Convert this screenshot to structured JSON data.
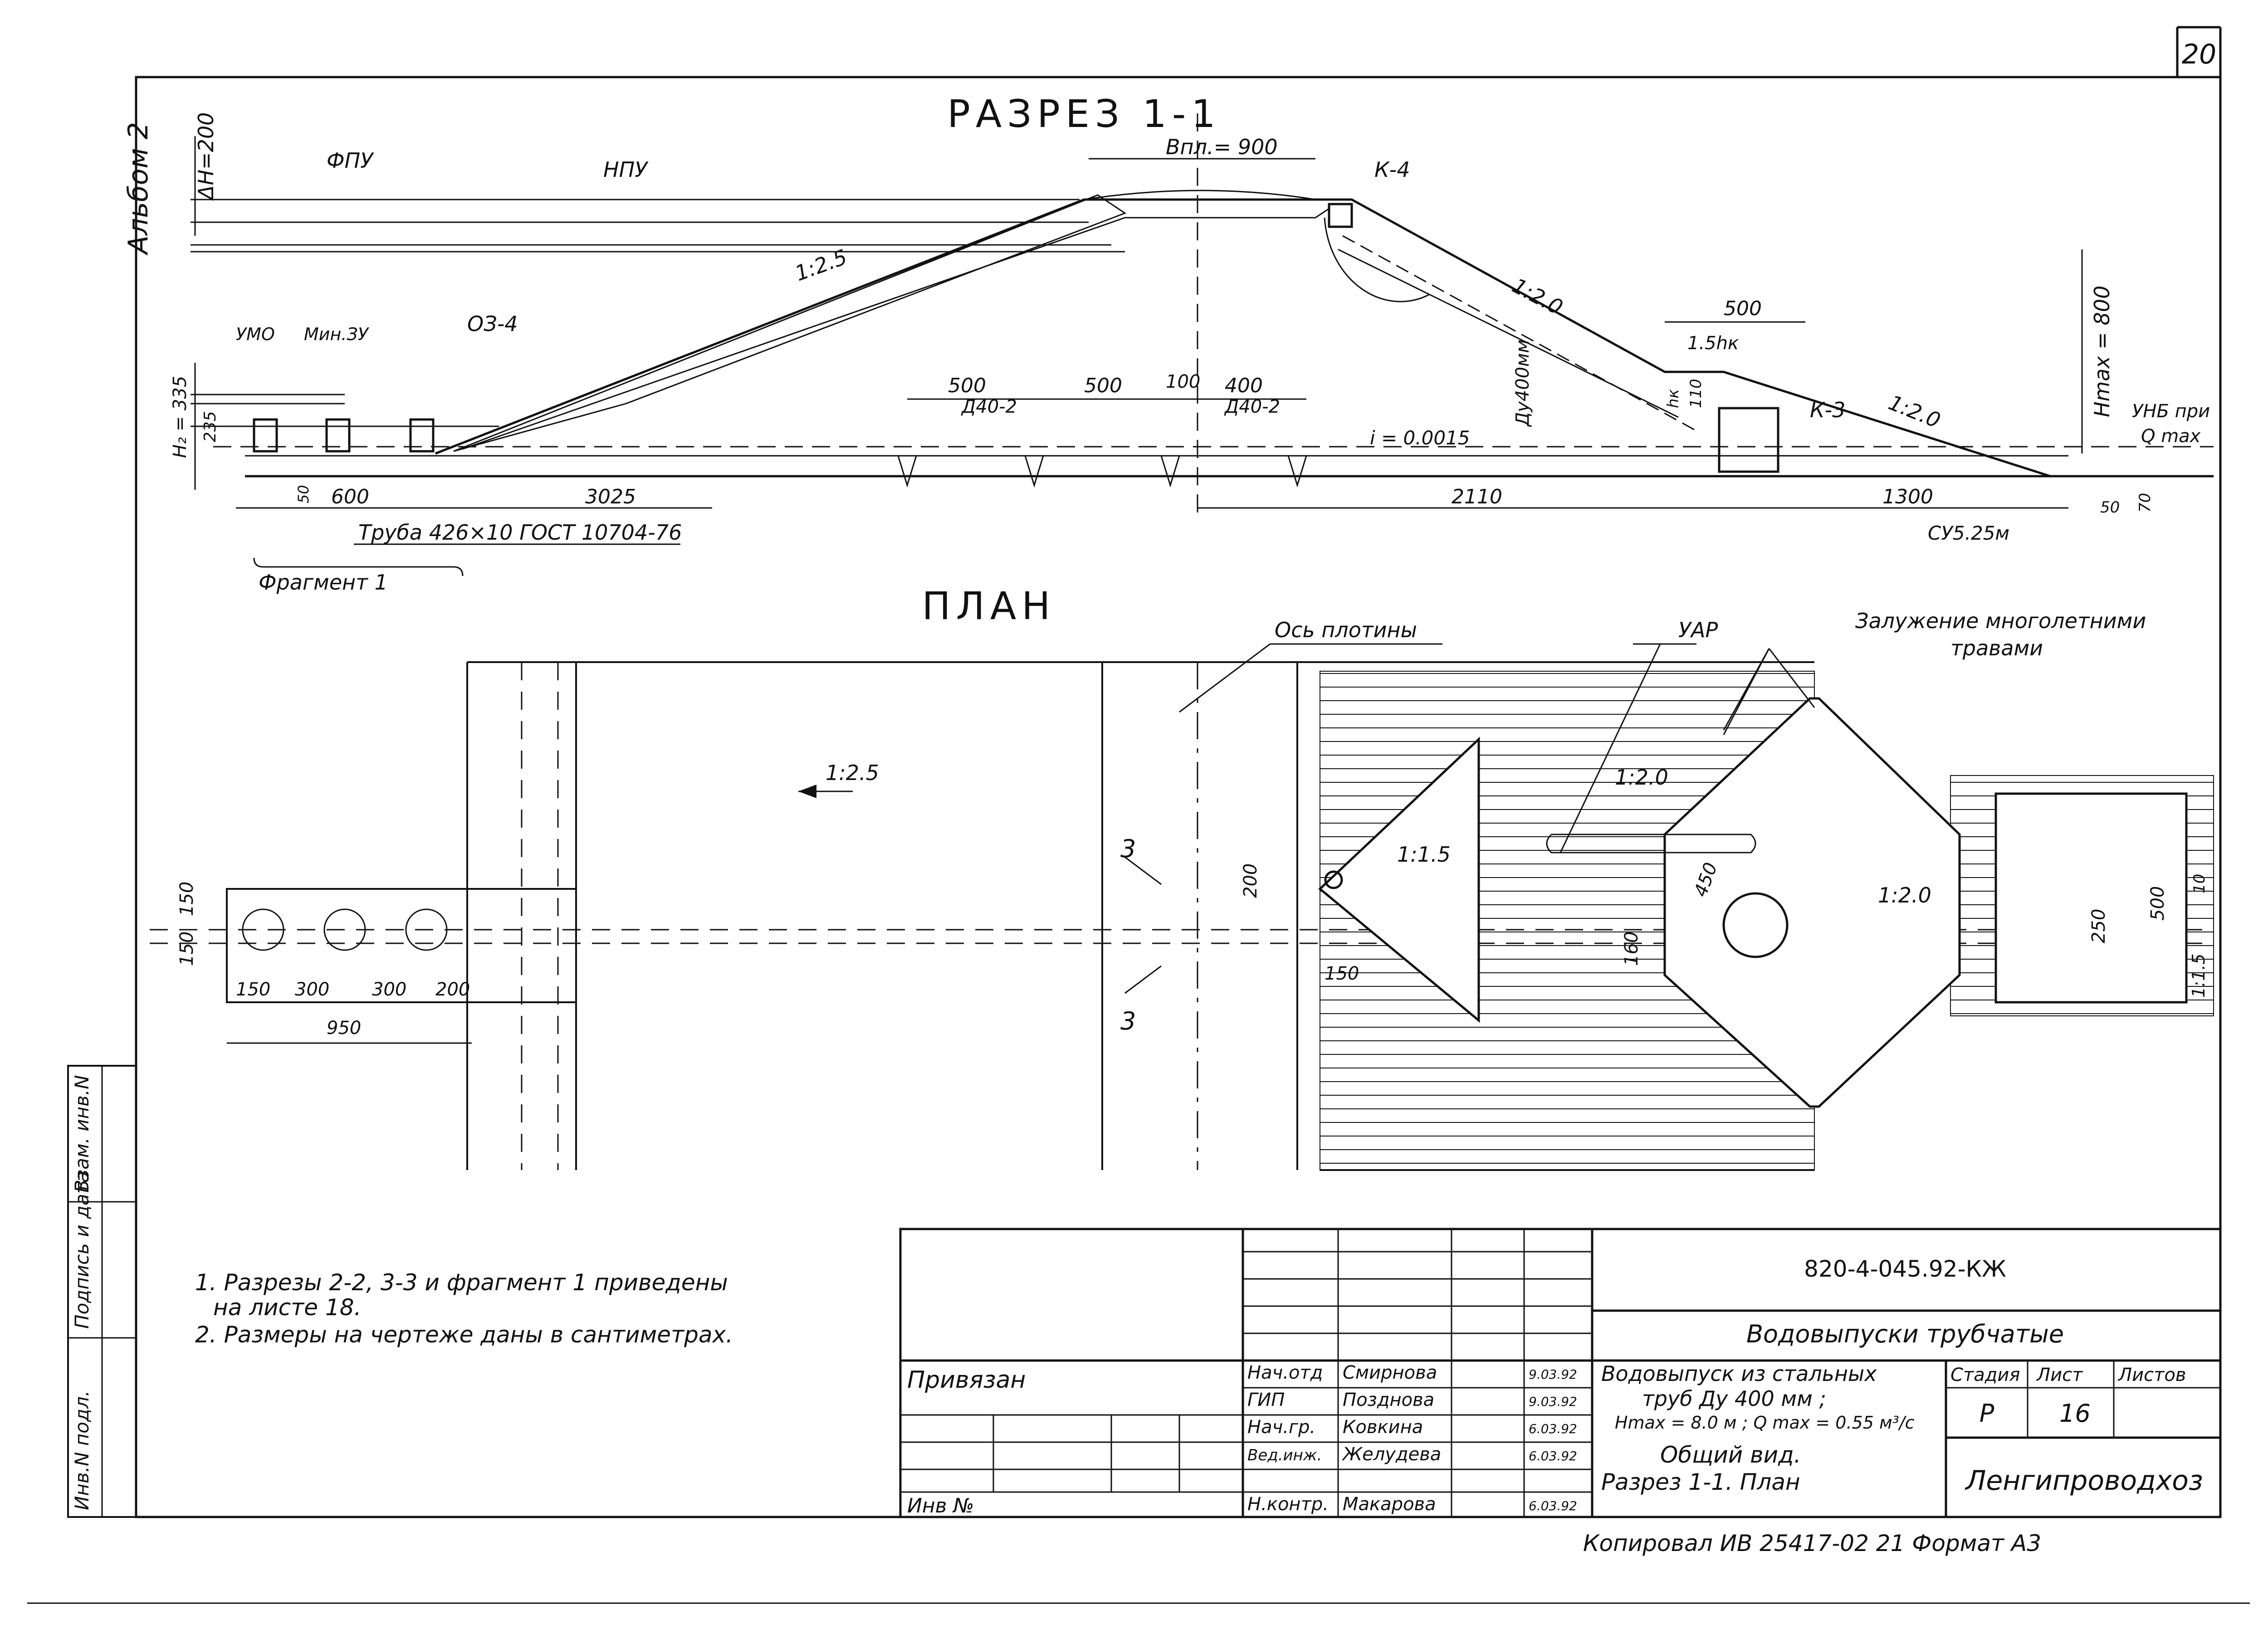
{
  "sheet": {
    "page_number": "20",
    "album": "Альбом 2"
  },
  "section": {
    "title": "РАЗРЕЗ 1-1",
    "labels": {
      "fpu": "ФПУ",
      "npu": "НПУ",
      "dh": "ΔН=200",
      "umo": "УМО",
      "min_zu": "Мин.ЗУ",
      "o3": "ОЗ-4",
      "k4": "К-4",
      "k3": "К-3",
      "bpl": "Впл.= 900",
      "slope_up": "1:2.5",
      "slope_down": "1:2.0",
      "slope_down2": "1:2.0",
      "d40_a": "Д40-2",
      "d40_b": "Д40-2",
      "i": "i = 0.0015",
      "du": "Ду400мм",
      "hmax": "Нmax = 800",
      "unb": "УНБ при",
      "qmax": "Q max",
      "h335": "Н₂ = 335",
      "h235": "235",
      "hk": "1.5hк",
      "d500top": "500",
      "hk2": "hк",
      "h110": "110",
      "sub": "СУ5.25м",
      "dim600": "600",
      "dim3025": "3025",
      "dim2110": "2110",
      "dim1300": "1300",
      "dim500a": "500",
      "dim500b": "500",
      "dim100": "100",
      "dim400": "400",
      "dim50": "50",
      "dim50b": "50",
      "dim70": "70",
      "pipe": "Труба 426×10 ГОСТ 10704-76",
      "fragment": "Фрагмент 1"
    }
  },
  "plan": {
    "title": "ПЛАН",
    "labels": {
      "axis": "Ось плотины",
      "uar": "УАР",
      "grass": "Залужение многолетними",
      "grass2": "травами",
      "slope25": "1:2.5",
      "slope20a": "1:2.0",
      "slope15": "1:1.5",
      "slope20b": "1:2.0",
      "slope15b": "1:1.5",
      "cut3a": "3",
      "cut3b": "3",
      "d150a": "150",
      "d150b": "150",
      "d150c": "150",
      "d300a": "300",
      "d300b": "300",
      "d200": "200",
      "d950": "950",
      "d200b": "200",
      "d150d": "150",
      "d160": "160",
      "d450": "450",
      "d250": "250",
      "d500": "500",
      "d10": "10"
    }
  },
  "notes": [
    "1. Разрезы 2-2, 3-3 и  фрагмент 1 приведены",
    "на  листе 18.",
    "2. Размеры на чертеже даны в сантиметрах."
  ],
  "title_block": {
    "code": "820-4-045.92-КЖ",
    "series": "Водовыпуски трубчатые",
    "name_lines": [
      "Водовыпуск из стальных",
      "труб Ду 400 мм ;",
      "Нmax = 8.0 м ; Q max = 0.55 м³/с"
    ],
    "sheet_name": [
      "Общий вид.",
      "Разрез 1-1. План"
    ],
    "stage_h": "Стадия",
    "sheet_h": "Лист",
    "sheets_h": "Листов",
    "stage": "Р",
    "sheet": "16",
    "sheets": "",
    "org": "Ленгипроводхоз",
    "privyazan": "Привязан",
    "inv": "Инв №",
    "people": [
      {
        "role": "Нач.отд",
        "name": "Смирнова",
        "date": "9.03.92"
      },
      {
        "role": "ГИП",
        "name": "Позднова",
        "date": "9.03.92"
      },
      {
        "role": "Нач.гр.",
        "name": "Ковкина",
        "date": "6.03.92"
      },
      {
        "role": "Вед.инж.",
        "name": "Желудева",
        "date": "6.03.92"
      },
      {
        "role": "Н.контр.",
        "name": "Макарова",
        "date": "6.03.92"
      }
    ],
    "side": [
      "Инв.N подл.",
      "Подпись и дата",
      "Взам. инв.N"
    ],
    "footer": "Копировал  ИВ 25417-02   21  Формат А3"
  }
}
